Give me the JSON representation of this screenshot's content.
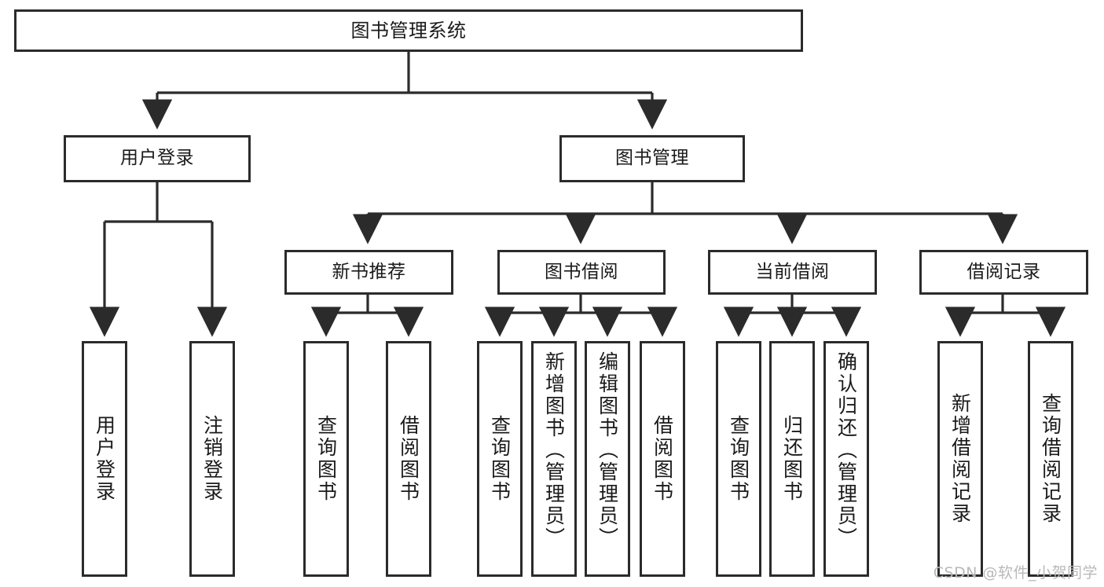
{
  "diagram": {
    "title": "图书管理系统",
    "type": "tree",
    "watermark": "CSDN @软件_小贺同学",
    "colors": {
      "box_border": "#2b2b2b",
      "box_fill": "#ffffff",
      "connector": "#2b2b2b",
      "text": "#1a1a1a",
      "watermark": "#b9b9b9",
      "background": "#ffffff"
    },
    "nodes": {
      "root": {
        "label": "图书管理系统",
        "level": 0
      },
      "level1": [
        {
          "id": "user-login",
          "label": "用户登录"
        },
        {
          "id": "book-manage",
          "label": "图书管理"
        }
      ],
      "level2": [
        {
          "id": "new-book-recommend",
          "label": "新书推荐",
          "parent": "book-manage"
        },
        {
          "id": "book-borrow",
          "label": "图书借阅",
          "parent": "book-manage"
        },
        {
          "id": "current-borrow",
          "label": "当前借阅",
          "parent": "book-manage"
        },
        {
          "id": "borrow-record",
          "label": "借阅记录",
          "parent": "book-manage"
        }
      ],
      "leaves": [
        {
          "id": "leaf-user-login",
          "label": "用户登录",
          "parent": "user-login"
        },
        {
          "id": "leaf-logout-login",
          "label": "注销登录",
          "parent": "user-login"
        },
        {
          "id": "leaf-query-book-1",
          "label": "查询图书",
          "parent": "new-book-recommend"
        },
        {
          "id": "leaf-borrow-book-1",
          "label": "借阅图书",
          "parent": "new-book-recommend"
        },
        {
          "id": "leaf-query-book-2",
          "label": "查询图书",
          "parent": "book-borrow"
        },
        {
          "id": "leaf-add-book",
          "label": "新增图书（管理员）",
          "parent": "book-borrow"
        },
        {
          "id": "leaf-edit-book",
          "label": "编辑图书（管理员）",
          "parent": "book-borrow"
        },
        {
          "id": "leaf-borrow-book-2",
          "label": "借阅图书",
          "parent": "book-borrow"
        },
        {
          "id": "leaf-query-book-3",
          "label": "查询图书",
          "parent": "current-borrow"
        },
        {
          "id": "leaf-return-book",
          "label": "归还图书",
          "parent": "current-borrow"
        },
        {
          "id": "leaf-confirm-return",
          "label": "确认归还（管理员）",
          "parent": "current-borrow"
        },
        {
          "id": "leaf-add-record",
          "label": "新增借阅记录",
          "parent": "borrow-record"
        },
        {
          "id": "leaf-query-record",
          "label": "查询借阅记录",
          "parent": "borrow-record"
        }
      ]
    }
  }
}
